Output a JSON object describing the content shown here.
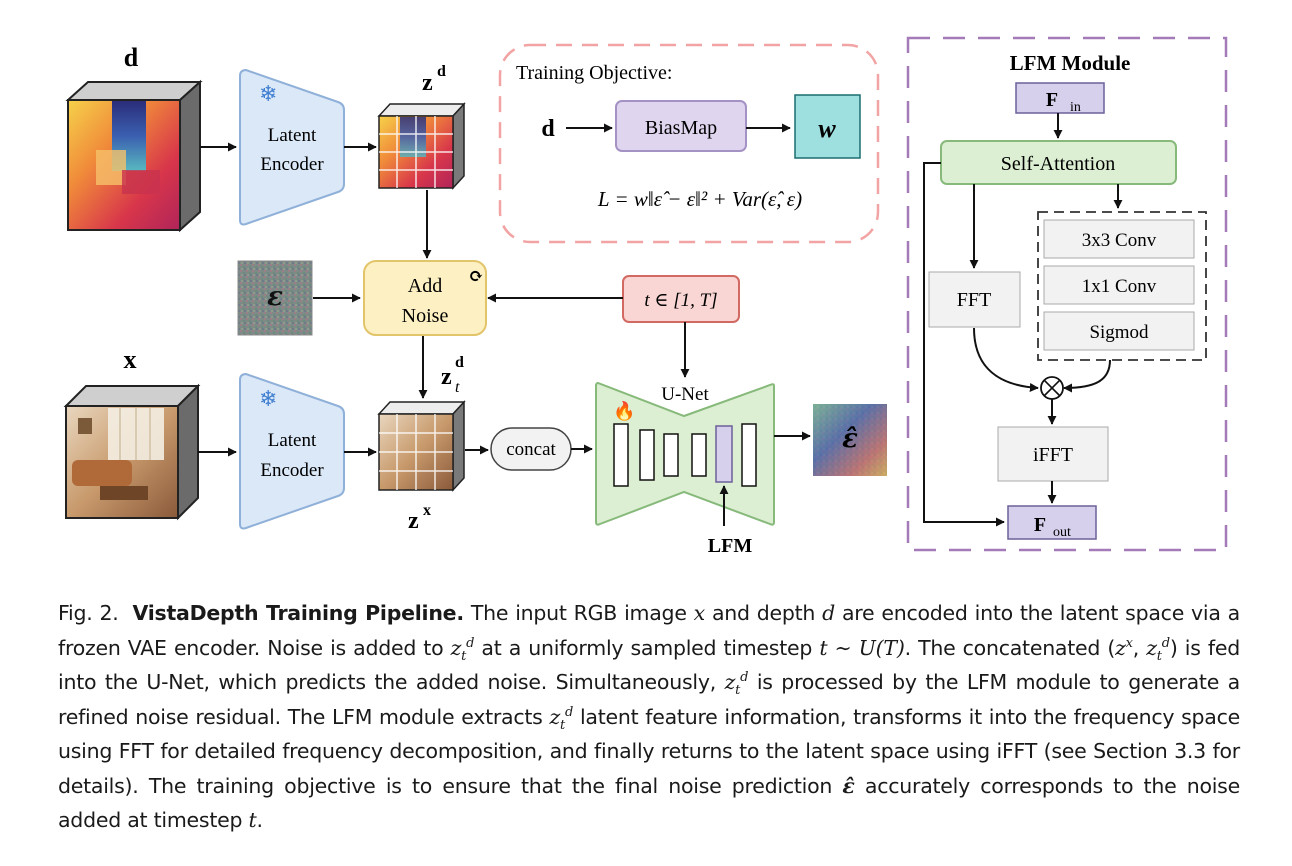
{
  "diagram": {
    "depth_label": "d",
    "rgb_label": "x",
    "encoder_label_line1": "Latent",
    "encoder_label_line2": "Encoder",
    "zd_label": "z",
    "zd_sup": "d",
    "zx_label": "z",
    "zx_sup": "x",
    "ztd_label": "z",
    "ztd_sup": "d",
    "ztd_sub": "t",
    "epsilon_label": "ε",
    "add_noise_line1": "Add",
    "add_noise_line2": "Noise",
    "timestep_label": "t ∈ [1, T]",
    "concat_label": "concat",
    "unet_label": "U-Net",
    "lfm_label": "LFM",
    "eps_hat_label": "ε̂",
    "training_objective": {
      "title": "Training Objective:",
      "input": "d",
      "biasmap": "BiasMap",
      "output": "w",
      "formula": "L = w‖ε̂ − ε‖² + Var(ε̂, ε)"
    },
    "lfm_module": {
      "title": "LFM Module",
      "fin": "F",
      "fin_sub": "in",
      "self_attention": "Self-Attention",
      "fft": "FFT",
      "conv3": "3x3 Conv",
      "conv1": "1x1 Conv",
      "sigmod": "Sigmod",
      "multiply": "⊗",
      "ifft": "iFFT",
      "fout": "F",
      "fout_sub": "out"
    },
    "colors": {
      "encoder_fill": "#dbe8f8",
      "encoder_stroke": "#8fb0d8",
      "add_noise_fill": "#fdf0c2",
      "add_noise_stroke": "#e2c46a",
      "timestep_fill": "#f9d6d3",
      "timestep_stroke": "#d26a63",
      "unet_fill": "#dcefd3",
      "unet_stroke": "#86b97a",
      "biasmap_fill": "#e0d5ee",
      "biasmap_stroke": "#a592c5",
      "w_fill": "#9edfe0",
      "objective_border": "#f2a3a3",
      "lfm_border": "#a57ab9",
      "self_attention_fill": "#dcefd3",
      "self_attention_stroke": "#86b97a",
      "feature_fill": "#d6d0ec",
      "feature_stroke": "#6c6199"
    }
  },
  "caption": {
    "fig": "Fig. 2.",
    "title": "VistaDepth Training Pipeline.",
    "s1": " The input RGB image ",
    "x": "x",
    "s2": " and depth ",
    "d": "d",
    "s3": " are encoded into the latent space via a frozen VAE encoder. Noise is added to ",
    "z1": "z",
    "z1_sub": "t",
    "z1_sup": "d",
    "s4": " at a uniformly sampled timestep ",
    "t_dist": "t ∼ U(T)",
    "s5": ". The concatenated (",
    "zx": "z",
    "zx_sup": "x",
    "comma": ", ",
    "z2": "z",
    "z2_sub": "t",
    "z2_sup": "d",
    "s6": ") is fed into the U-Net, which predicts the added noise. Simultaneously, ",
    "z3": "z",
    "z3_sub": "t",
    "z3_sup": "d",
    "s7": " is processed by the LFM module to generate a refined noise residual. The LFM module extracts ",
    "z4": "z",
    "z4_sub": "t",
    "z4_sup": "d",
    "s8": " latent feature information, transforms it into the frequency space using FFT for detailed frequency decomposition, and finally returns to the latent space using iFFT (see Section 3.3 for details). The training objective is to ensure that the final noise prediction ",
    "eps_hat": "ε̂",
    "s9": " accurately corresponds to the noise added at timestep ",
    "t": "t",
    "s10": "."
  }
}
